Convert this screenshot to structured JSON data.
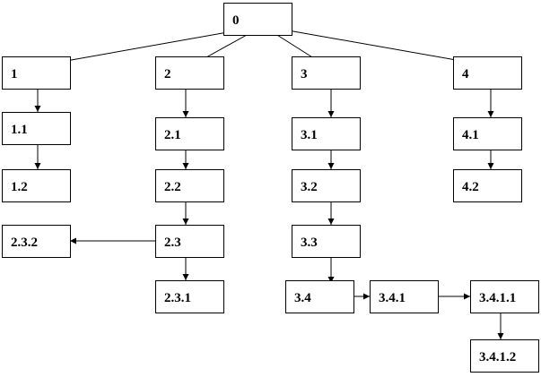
{
  "nodes": [
    {
      "id": "0",
      "label": "0"
    },
    {
      "id": "1",
      "label": "1"
    },
    {
      "id": "1.1",
      "label": "1.1"
    },
    {
      "id": "1.2",
      "label": "1.2"
    },
    {
      "id": "2",
      "label": "2"
    },
    {
      "id": "2.1",
      "label": "2.1"
    },
    {
      "id": "2.2",
      "label": "2.2"
    },
    {
      "id": "2.3",
      "label": "2.3"
    },
    {
      "id": "2.3.1",
      "label": "2.3.1"
    },
    {
      "id": "2.3.2",
      "label": "2.3.2"
    },
    {
      "id": "3",
      "label": "3"
    },
    {
      "id": "3.1",
      "label": "3.1"
    },
    {
      "id": "3.2",
      "label": "3.2"
    },
    {
      "id": "3.3",
      "label": "3.3"
    },
    {
      "id": "3.4",
      "label": "3.4"
    },
    {
      "id": "3.4.1",
      "label": "3.4.1"
    },
    {
      "id": "3.4.1.1",
      "label": "3.4.1.1"
    },
    {
      "id": "3.4.1.2",
      "label": "3.4.1.2"
    },
    {
      "id": "4",
      "label": "4"
    },
    {
      "id": "4.1",
      "label": "4.1"
    },
    {
      "id": "4.2",
      "label": "4.2"
    }
  ],
  "edges": [
    {
      "from": "0",
      "to": "1"
    },
    {
      "from": "0",
      "to": "2"
    },
    {
      "from": "0",
      "to": "3"
    },
    {
      "from": "0",
      "to": "4"
    },
    {
      "from": "1",
      "to": "1.1"
    },
    {
      "from": "1.1",
      "to": "1.2"
    },
    {
      "from": "2",
      "to": "2.1"
    },
    {
      "from": "2.1",
      "to": "2.2"
    },
    {
      "from": "2.2",
      "to": "2.3"
    },
    {
      "from": "2.3",
      "to": "2.3.1"
    },
    {
      "from": "2.3",
      "to": "2.3.2"
    },
    {
      "from": "3",
      "to": "3.1"
    },
    {
      "from": "3.1",
      "to": "3.2"
    },
    {
      "from": "3.2",
      "to": "3.3"
    },
    {
      "from": "3.3",
      "to": "3.4"
    },
    {
      "from": "3.4",
      "to": "3.4.1"
    },
    {
      "from": "3.4.1",
      "to": "3.4.1.1"
    },
    {
      "from": "3.4.1.1",
      "to": "3.4.1.2"
    },
    {
      "from": "4",
      "to": "4.1"
    },
    {
      "from": "4.1",
      "to": "4.2"
    }
  ]
}
